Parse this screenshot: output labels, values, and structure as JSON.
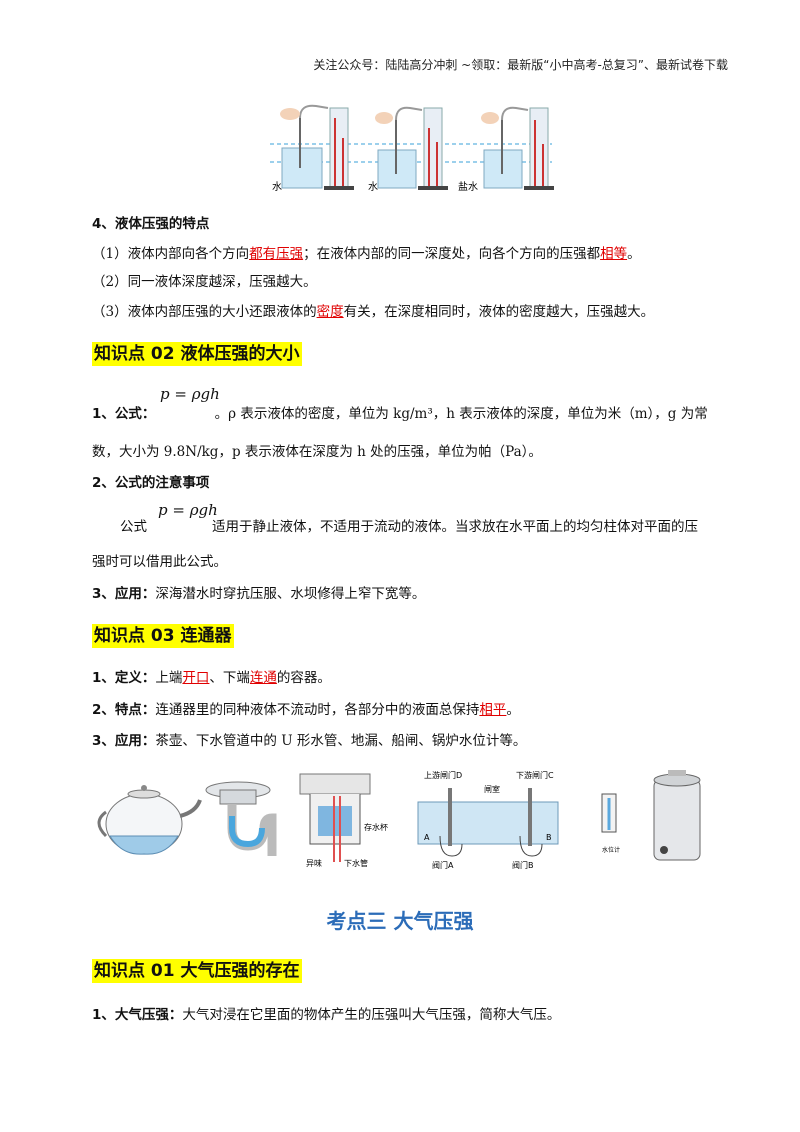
{
  "header": {
    "note": "关注公众号：陆陆高分冲刺 ~领取：最新版“小中高考-总复习”、最新试卷下载"
  },
  "figure_top": {
    "labels": [
      "水",
      "水",
      "盐水"
    ]
  },
  "section4": {
    "heading": "4、液体压强的特点",
    "p1": {
      "a": "（1）液体内部向各个方向",
      "k1": "都有压强",
      "b": "；在液体内部的同一深度处，向各个方向的压强都",
      "k2": "相等",
      "c": "。"
    },
    "p2": "（2）同一液体深度越深，压强越大。",
    "p3": {
      "a": "（3）液体内部压强的大小还跟液体的",
      "k1": "密度",
      "b": "有关，在深度相同时，液体的密度越大，压强越大。"
    }
  },
  "kp02": {
    "title": "知识点 02  液体压强的大小",
    "formula": "p = ρgh",
    "item1_label": "1、公式：",
    "item1_line1": "。ρ 表示液体的密度，单位为 kg/m³，h 表示液体的深度，单位为米（m），g 为常",
    "item1_line2": "数，大小为 9.8N/kg，p 表示液体在深度为 h 处的压强，单位为帕（Pa）。",
    "item2_label": "2、公式的注意事项",
    "item2_prefix": "公式",
    "item2_line1": "适用于静止液体，不适用于流动的液体。当求放在水平面上的均匀柱体对平面的压",
    "item2_line2": "强时可以借用此公式。",
    "item3_label": "3、应用：",
    "item3_text": "深海潜水时穿抗压服、水坝修得上窄下宽等。"
  },
  "kp03": {
    "title": "知识点 03  连通器",
    "def_label": "1、定义：",
    "def": {
      "a": "上端",
      "k1": "开口",
      "b": "、下端",
      "k2": "连通",
      "c": "的容器。"
    },
    "feat_label": "2、特点：",
    "feat": {
      "a": "连通器里的同种液体不流动时，各部分中的液面总保持",
      "k1": "相平",
      "c": "。"
    },
    "app_label": "3、应用：",
    "app": "茶壶、下水管道中的 U 形水管、地漏、船闸、锅炉水位计等。"
  },
  "figure_bottom": {
    "drain_labels": {
      "cup": "存水杯",
      "odor": "异味",
      "pipe": "下水管"
    },
    "lock_labels": {
      "upper_gate": "上游闸门D",
      "lower_gate": "下游闸门C",
      "chamber": "闸室",
      "a": "A",
      "b": "B",
      "valve_a": "阀门A",
      "valve_b": "阀门B"
    },
    "boiler_label": "水位计"
  },
  "section3": {
    "title": "考点三    大气压强"
  },
  "kp01": {
    "title": "知识点 01  大气压强的存在",
    "item1_label": "1、大气压强：",
    "item1_text": "大气对浸在它里面的物体产生的压强叫大气压强，简称大气压。"
  },
  "colors": {
    "keyword": "#e00000",
    "highlight": "#ffff00",
    "section_blue": "#2b6cb8"
  }
}
